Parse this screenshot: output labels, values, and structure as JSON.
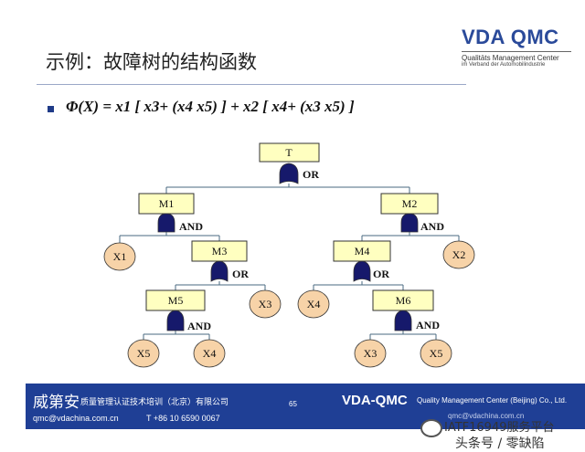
{
  "slide": {
    "title": "示例：故障树的结构函数",
    "formula": "Φ(X) = x1 [ x3+ (x4 x5) ] + x2 [ x4+ (x3 x5) ]"
  },
  "logo": {
    "brand": "VDA QMC",
    "subtitle1": "Qualitäts Management Center",
    "subtitle2": "im Verband der Automobilindustrie"
  },
  "tree": {
    "events": {
      "T": "T",
      "M1": "M1",
      "M2": "M2",
      "M3": "M3",
      "M4": "M4",
      "M5": "M5",
      "M6": "M6"
    },
    "gates": {
      "T": "OR",
      "M1": "AND",
      "M2": "AND",
      "M3": "OR",
      "M4": "OR",
      "M5": "AND",
      "M6": "AND"
    },
    "basic": {
      "x1": "X1",
      "x2": "X2",
      "x3a": "X3",
      "x4a": "X4",
      "x5a": "X5",
      "x4b": "X4",
      "x3b": "X3",
      "x5b": "X5"
    }
  },
  "footer": {
    "name_cn": "威第安",
    "company": "质量管理认证技术培训（北京）有限公司",
    "email": "qmc@vdachina.com.cn",
    "tel": "T +86 10 6590 0067",
    "page": "65",
    "brand": "VDA-QMC",
    "brand_full": "Quality Management Center (Beijing) Co., Ltd.",
    "email2": "qmc@vdachina.com.cn"
  },
  "watermark": {
    "line1": "IATF16949服务平台",
    "line2": "头条号 / 零缺陷"
  },
  "colors": {
    "event_fill": "#ffffc0",
    "basic_fill": "#f7d3a8",
    "gate_fill": "#16196b",
    "footer_bg": "#1f3f95"
  }
}
